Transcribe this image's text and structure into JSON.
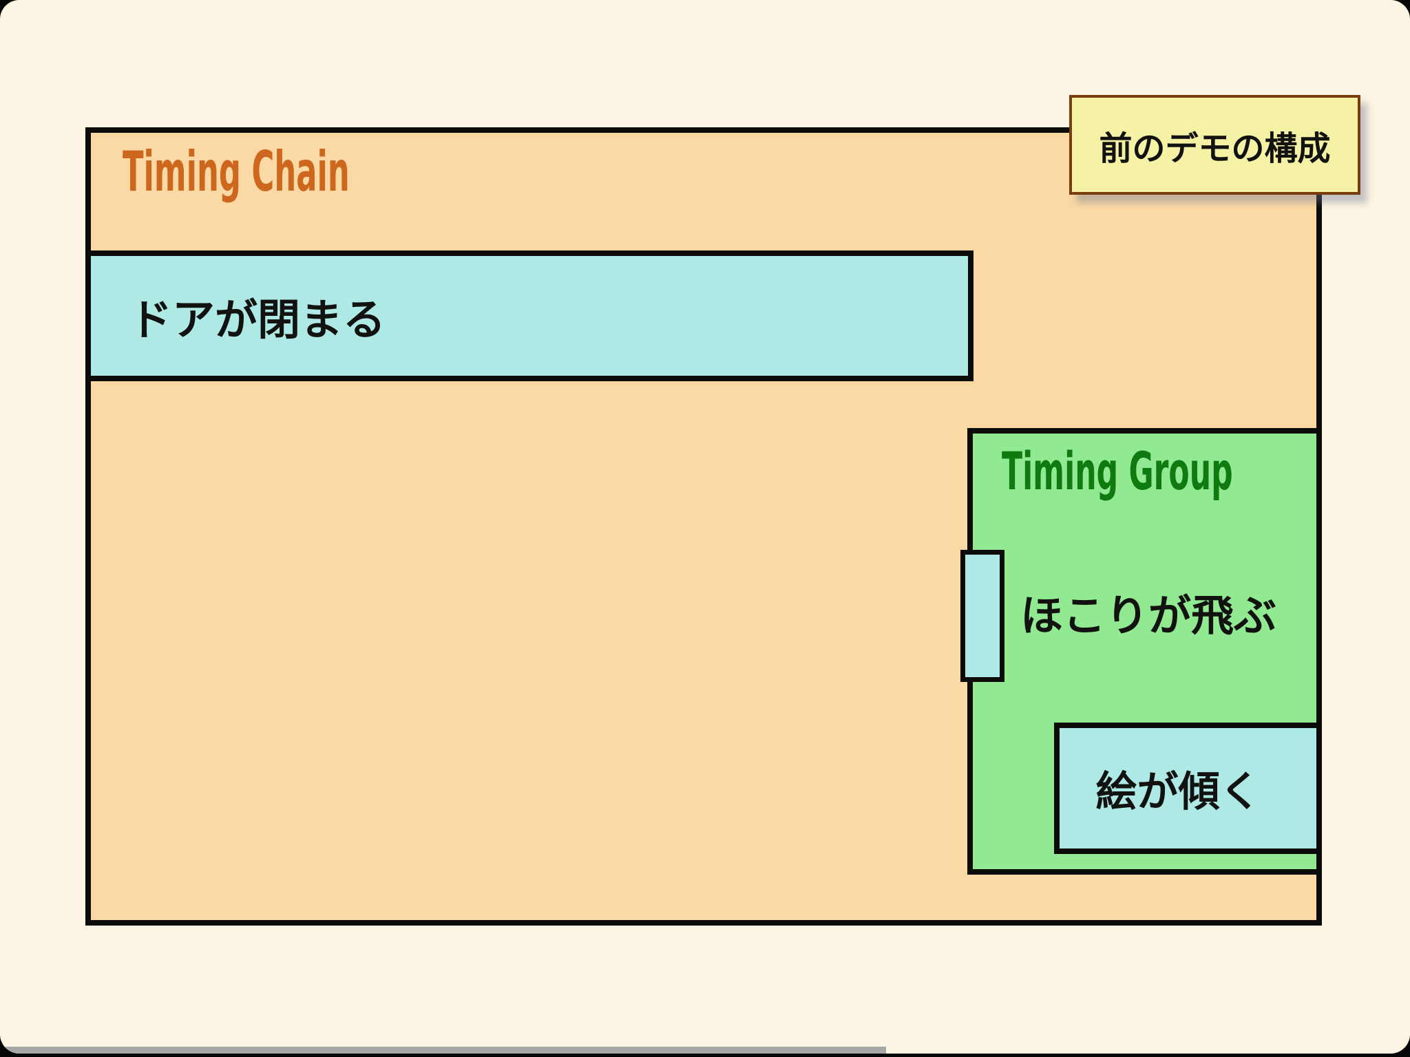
{
  "slide": {
    "note": {
      "label": "前のデモの構成"
    },
    "timing_chain": {
      "title": "Timing Chain",
      "bars": [
        {
          "label": "ドアが閉まる"
        }
      ],
      "timing_group": {
        "title": "Timing Group",
        "bars": [
          {
            "label": "ほこりが飛ぶ"
          },
          {
            "label": "絵が傾く"
          }
        ]
      }
    },
    "colors": {
      "page_background": "#FCF5E3",
      "chain_fill": "#FBD9A4",
      "chain_title": "#CD671E",
      "group_fill": "#91EA91",
      "group_title": "#0E7A10",
      "bar_fill": "#AEE9E6",
      "border": "#0B0B09",
      "note_fill": "#F5F1A5",
      "note_border": "#7A3B0E",
      "progress_bar": "#A8A8A8"
    }
  }
}
